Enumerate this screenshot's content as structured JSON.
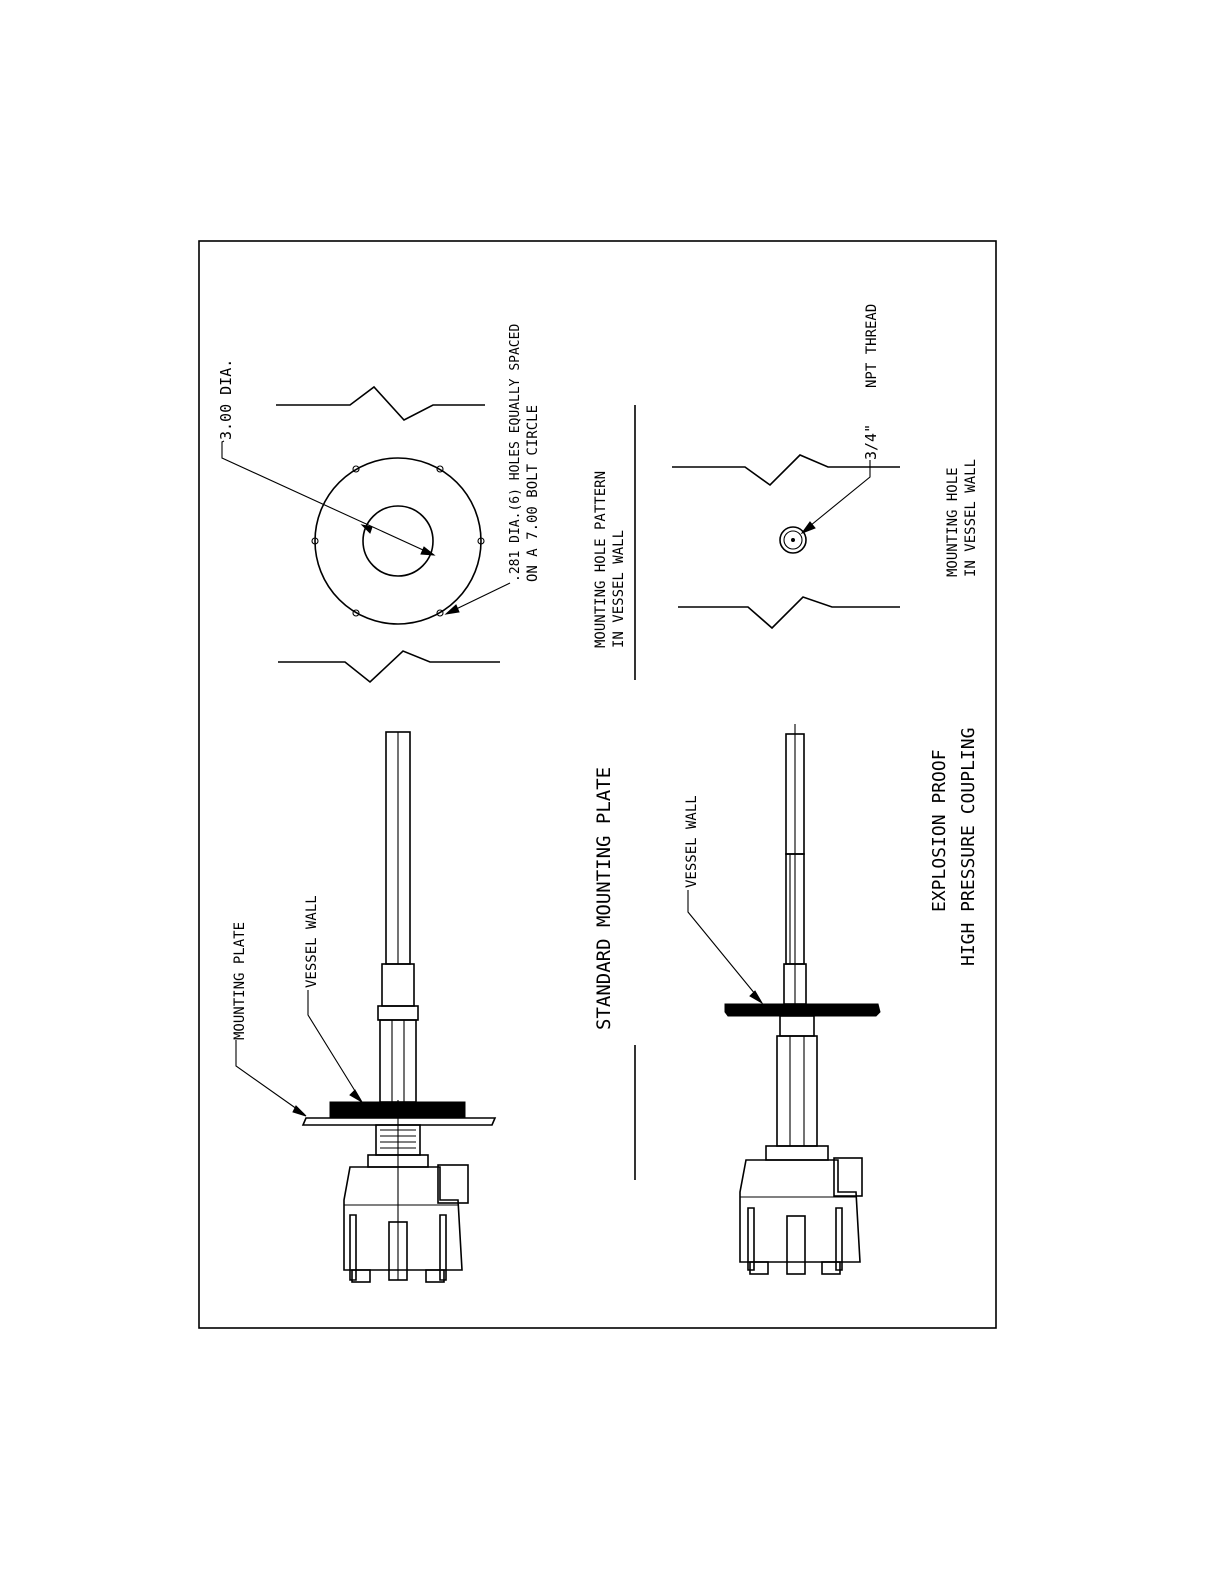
{
  "labels": {
    "dia_300": "3.00 DIA.",
    "holes_line1": ".281 DIA.(6) HOLES EQUALLY SPACED",
    "holes_line2": "ON A 7.00 BOLT CIRCLE",
    "pattern_line1": "MOUNTING HOLE PATTERN",
    "pattern_line2": "IN VESSEL WALL",
    "npt_size": "3/4\"",
    "npt_thread": "NPT THREAD",
    "hole_line1": "MOUNTING HOLE",
    "hole_line2": "IN VESSEL WALL",
    "mounting_plate": "MOUNTING PLATE",
    "vessel_wall_top": "VESSEL WALL",
    "standard_plate": "STANDARD MOUNTING PLATE",
    "vessel_wall_bottom": "VESSEL WALL",
    "explosion_proof": "EXPLOSION PROOF",
    "high_pressure": "HIGH PRESSURE COUPLING"
  },
  "colors": {
    "ink": "#000000",
    "paper": "#ffffff"
  }
}
